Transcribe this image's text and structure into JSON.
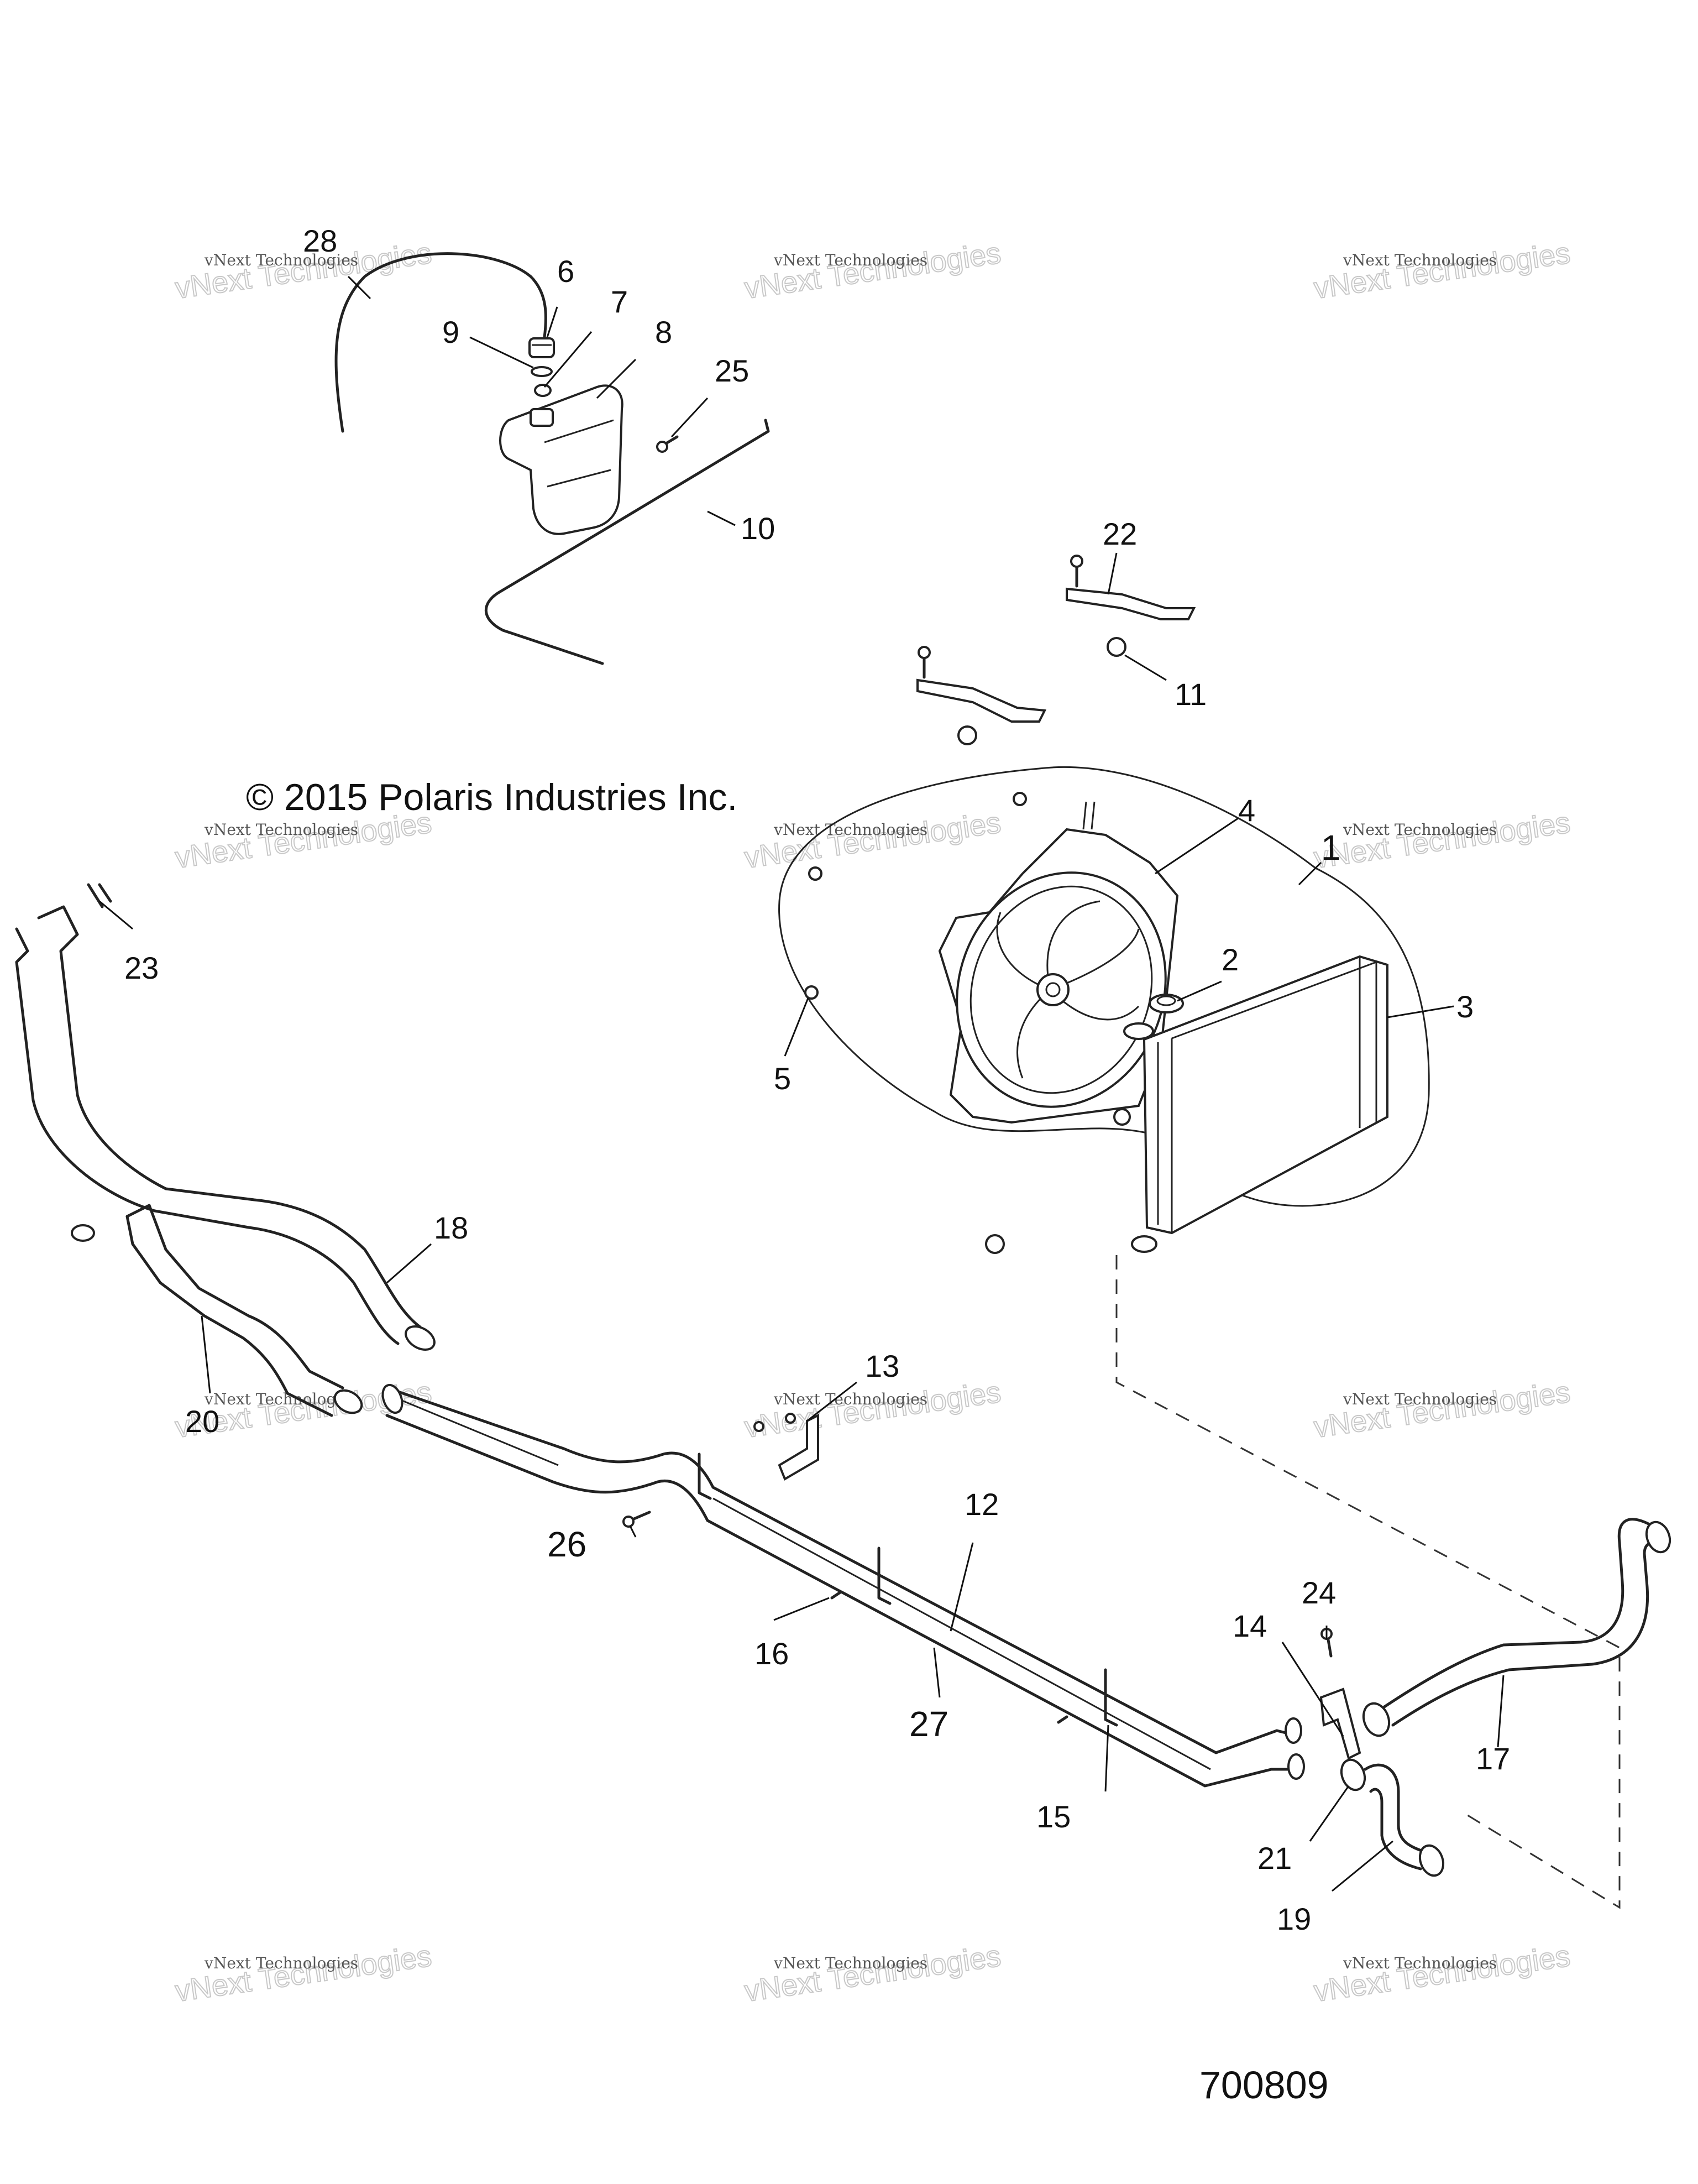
{
  "copyright": "© 2015 Polaris Industries Inc.",
  "figure_number": "700809",
  "watermark": {
    "line1": "vNext Technologies",
    "line2": "vNext Technologies"
  },
  "callouts": {
    "c1": "1",
    "c2": "2",
    "c3": "3",
    "c4": "4",
    "c5": "5",
    "c6": "6",
    "c7": "7",
    "c8": "8",
    "c9": "9",
    "c10": "10",
    "c11": "11",
    "c12": "12",
    "c13": "13",
    "c14": "14",
    "c15": "15",
    "c16": "16",
    "c17": "17",
    "c18": "18",
    "c19": "19",
    "c20": "20",
    "c21": "21",
    "c22": "22",
    "c23": "23",
    "c24": "24",
    "c25": "25",
    "c26": "26",
    "c27": "27",
    "c28": "28"
  }
}
